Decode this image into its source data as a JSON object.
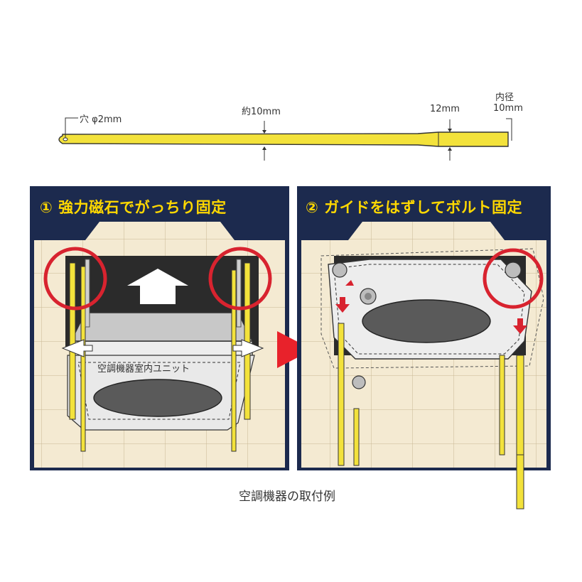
{
  "rod": {
    "hole_label": "穴 φ2mm",
    "approx_label": "約10mm",
    "label_12mm": "12mm",
    "inner_label_line1": "内径",
    "inner_label_line2": "10mm"
  },
  "panels": [
    {
      "title": "① 強力磁石でがっちり固定",
      "unit_label": "空調機器室内ユニット"
    },
    {
      "title": "② ガイドをはずしてボルト固定"
    }
  ],
  "caption": "空調機器の取付例",
  "colors": {
    "rod_yellow": "#f3e23b",
    "panel_navy": "#1c2a4e",
    "title_yellow": "#ffd800",
    "tile": "#f4ead2",
    "highlight_red": "#d8232f"
  },
  "icons": [
    "up-arrow-icon",
    "right-triangle-arrow-icon",
    "red-down-arrow-icon",
    "swap-arrow-icon"
  ]
}
